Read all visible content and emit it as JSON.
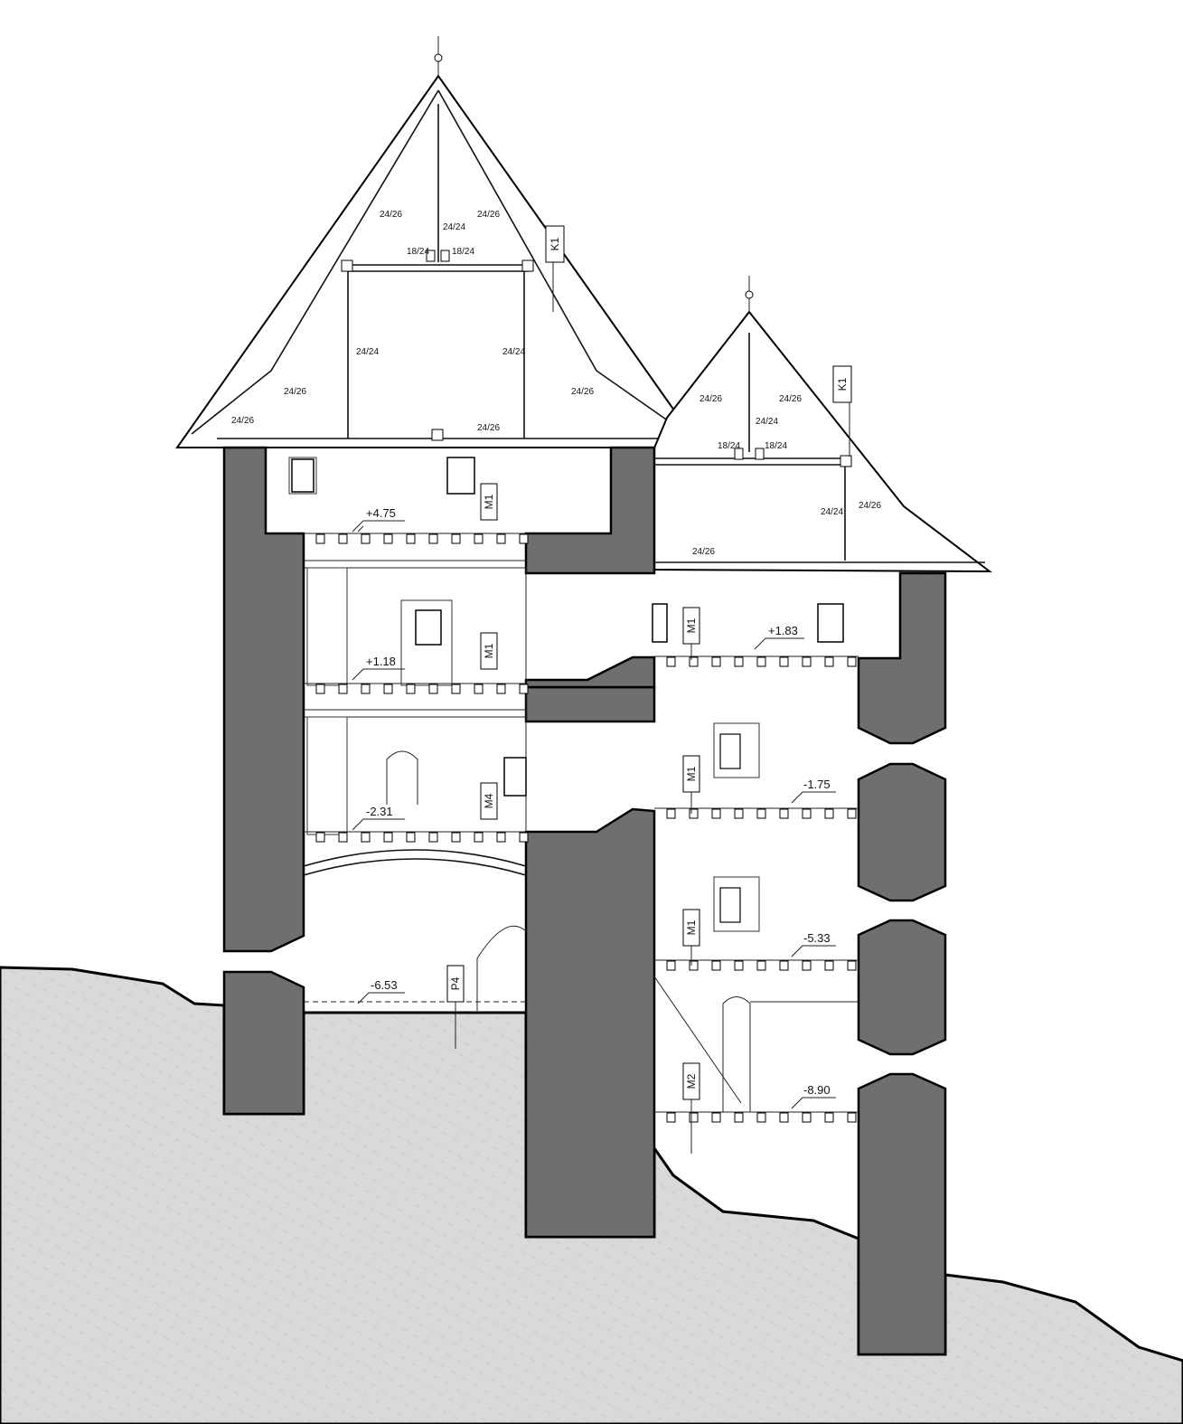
{
  "drawing": {
    "colors": {
      "wall": "#6f6f6f",
      "ground": "#d9d9d9",
      "line": "#000000"
    },
    "timber_labels": {
      "left_roof_rafter_upper_left": "24/26",
      "left_roof_rafter_upper_right": "24/26",
      "left_roof_kingpost": "24/24",
      "left_roof_collar_left": "18/24",
      "left_roof_collar_right": "18/24",
      "left_roof_post_left": "24/24",
      "left_roof_post_right": "24/24",
      "left_roof_rafter_lower_left": "24/26",
      "left_roof_rafter_lower_right": "24/26",
      "left_roof_eave_left": "24/26",
      "left_roof_tiebeam": "24/26",
      "right_roof_rafter_left": "24/26",
      "right_roof_rafter_right": "24/26",
      "right_roof_kingpost": "24/24",
      "right_roof_collar_left": "18/24",
      "right_roof_collar_right": "18/24",
      "right_roof_post": "24/24",
      "right_roof_rafter_lower": "24/26",
      "right_roof_tiebeam": "24/26"
    },
    "levels": {
      "left_top": "+4.75",
      "left_mid": "+1.18",
      "left_low": "-2.31",
      "left_base": "-6.53",
      "right_top": "+1.83",
      "right_second": "-1.75",
      "right_third": "-5.33",
      "right_bottom": "-8.90"
    },
    "tags": {
      "left_roof": "K1",
      "right_roof": "K1",
      "left_floor_top": "M1",
      "left_floor_mid": "M1",
      "left_floor_low": "M4",
      "left_base": "P4",
      "right_floor_top": "M1",
      "right_floor_second": "M1",
      "right_floor_third": "M1",
      "right_floor_bottom": "M2"
    }
  }
}
